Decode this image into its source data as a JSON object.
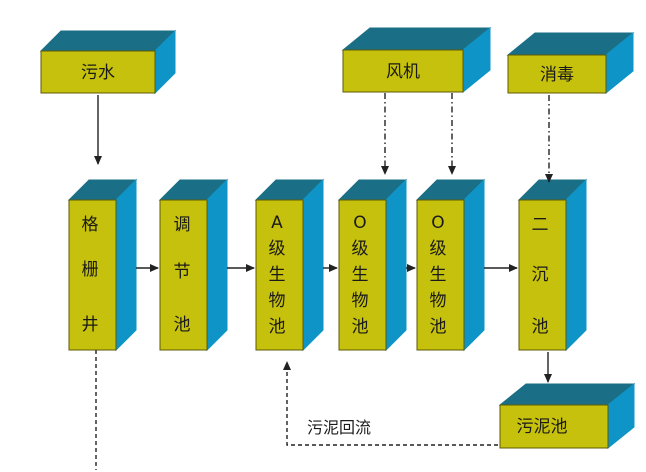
{
  "colors": {
    "face": "#c6c10c",
    "top": "#1a6f86",
    "side": "#0e94c6",
    "edge": "#5e5a05",
    "arrow": "#222222"
  },
  "nodes": {
    "sewage": "污水",
    "blower": "风机",
    "disinfect": "消毒",
    "screen_well": [
      "格",
      "栅",
      "井"
    ],
    "equalization_tank": [
      "调",
      "节",
      "池"
    ],
    "a_tank": [
      "A",
      "级",
      "生",
      "物",
      "池"
    ],
    "o_tank_1": [
      "O",
      "级",
      "生",
      "物",
      "池"
    ],
    "o_tank_2": [
      "O",
      "级",
      "生",
      "物",
      "池"
    ],
    "secondary_clarifier": [
      "二",
      "沉",
      "池"
    ],
    "sludge_tank": "污泥池"
  },
  "labels": {
    "sludge_return": "污泥回流"
  }
}
